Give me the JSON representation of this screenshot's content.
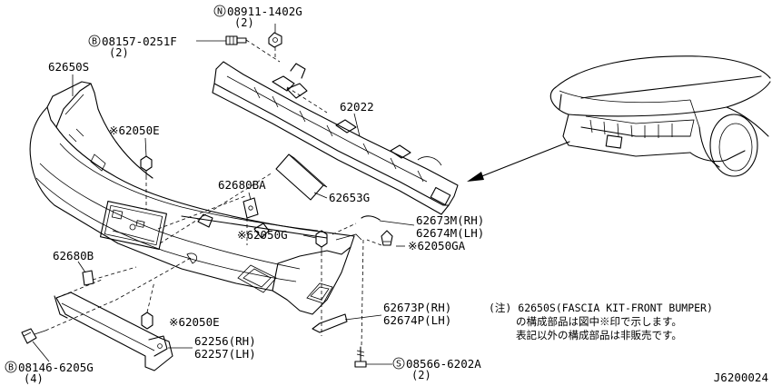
{
  "callouts": {
    "c_08911": {
      "prefix": "N",
      "code": "08911-1402G",
      "qty": "(2)"
    },
    "c_08157": {
      "prefix": "B",
      "code": "08157-0251F",
      "qty": "(2)"
    },
    "c_62650S": "62650S",
    "c_62022": "62022",
    "c_62050E_top": "※62050E",
    "c_62680BA": "62680BA",
    "c_62653G": "62653G",
    "c_62673M": "62673M(RH)",
    "c_62674M": "62674M(LH)",
    "c_62050G": "※62050G",
    "c_62050GA": "※62050GA",
    "c_62680B": "62680B",
    "c_62050E_bot": "※62050E",
    "c_62673P": "62673P(RH)",
    "c_62674P": "62674P(LH)",
    "c_62256": "62256(RH)",
    "c_62257": "62257(LH)",
    "c_08146": {
      "prefix": "B",
      "code": "08146-6205G",
      "qty": "(4)"
    },
    "c_08566": {
      "prefix": "S",
      "code": "08566-6202A",
      "qty": "(2)"
    }
  },
  "note": {
    "line1": "(注) 62650S(FASCIA KIT-FRONT BUMPER)",
    "line2": "の構成部品は図中※印で示します。",
    "line3": "表記以外の構成部品は非販売です。"
  },
  "figure_id": "J6200024"
}
